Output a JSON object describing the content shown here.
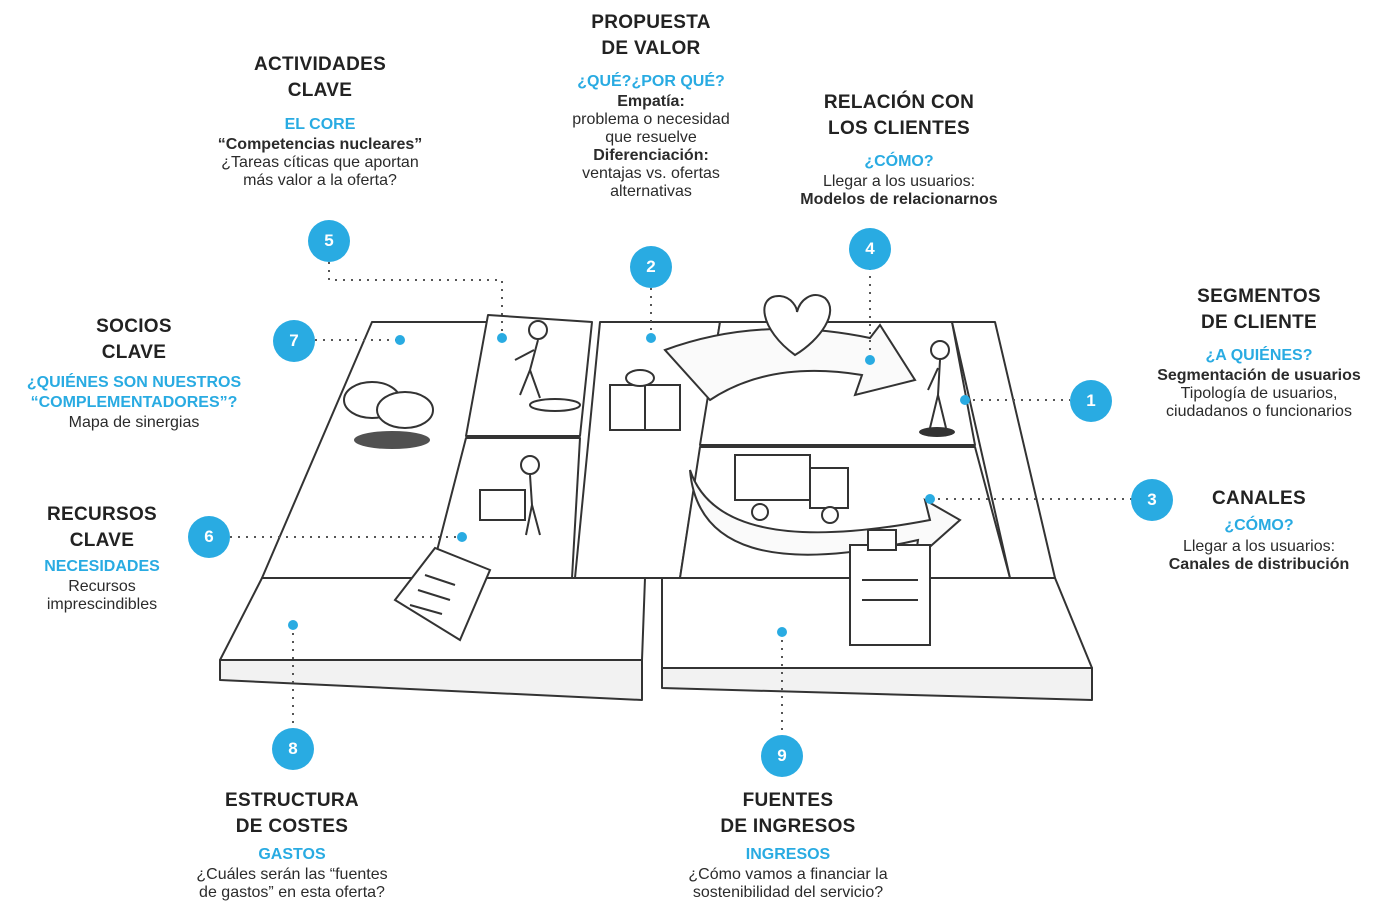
{
  "accent": "#29abe2",
  "sections": {
    "actividades": {
      "number": "5",
      "title1": "ACTIVIDADES",
      "title2": "CLAVE",
      "sub": "EL CORE",
      "l1": "“Competencias nucleares”",
      "l2": "¿Tareas cíticas que aportan",
      "l3": "más valor a la oferta?"
    },
    "propuesta": {
      "number": "2",
      "title1": "PROPUESTA",
      "title2": "DE VALOR",
      "sub": "¿QUÉ?¿POR QUÉ?",
      "l1": "Empatía:",
      "l2": "problema o necesidad",
      "l3": "que resuelve",
      "l4": "Diferenciación:",
      "l5": "ventajas vs. ofertas",
      "l6": "alternativas"
    },
    "relacion": {
      "number": "4",
      "title1": "RELACIÓN CON",
      "title2": "LOS CLIENTES",
      "sub": "¿CÓMO?",
      "l1": "Llegar a los usuarios:",
      "l2": "Modelos de relacionarnos"
    },
    "segmentos": {
      "number": "1",
      "title1": "SEGMENTOS",
      "title2": "DE CLIENTE",
      "sub": "¿A QUIÉNES?",
      "l1": "Segmentación de usuarios",
      "l2": "Tipología de usuarios,",
      "l3": "ciudadanos o funcionarios"
    },
    "socios": {
      "number": "7",
      "title1": "SOCIOS",
      "title2": "CLAVE",
      "sub1": "¿QUIÉNES SON NUESTROS",
      "sub2": "“COMPLEMENTADORES”?",
      "l1": "Mapa de sinergias"
    },
    "recursos": {
      "number": "6",
      "title1": "RECURSOS",
      "title2": "CLAVE",
      "sub": "NECESIDADES",
      "l1": "Recursos",
      "l2": "imprescindibles"
    },
    "canales": {
      "number": "3",
      "title1": "CANALES",
      "sub": "¿CÓMO?",
      "l1": "Llegar a los usuarios:",
      "l2": "Canales de distribución"
    },
    "costes": {
      "number": "8",
      "title1": "ESTRUCTURA",
      "title2": "DE COSTES",
      "sub": "GASTOS",
      "l1": "¿Cuáles serán las “fuentes",
      "l2": "de gastos” en esta oferta?"
    },
    "ingresos": {
      "number": "9",
      "title1": "FUENTES",
      "title2": "DE INGRESOS",
      "sub": "INGRESOS",
      "l1": "¿Cómo vamos a financiar la",
      "l2": "sostenibilidad del servicio?"
    }
  }
}
